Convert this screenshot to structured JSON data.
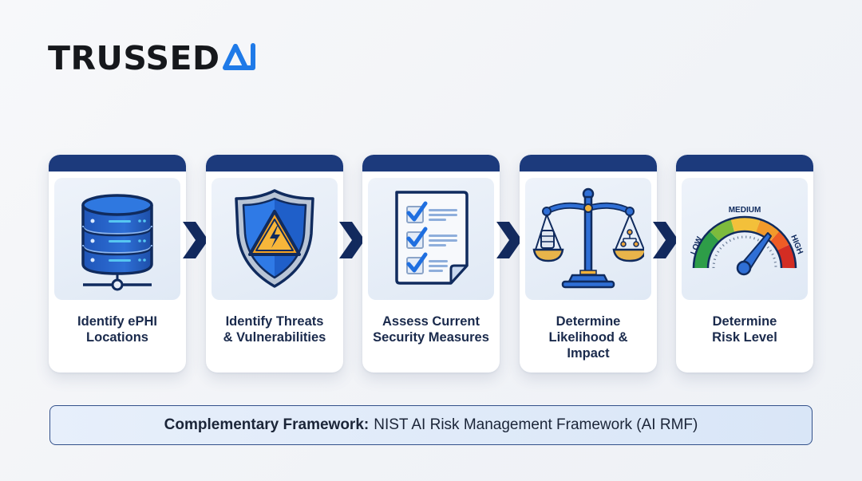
{
  "brand": {
    "name": "TRUSSED",
    "mark": "AI",
    "text_color": "#16181c",
    "mark_color": "#1f7ae8"
  },
  "theme": {
    "header_color": "#1c3a7c",
    "arrow_color": "#132a5e",
    "banner_border": "#32508a"
  },
  "steps": [
    {
      "label": "Identify ePHI\nLocations",
      "icon": "database-server-icon"
    },
    {
      "label": "Identify Threats\n& Vulnerabilities",
      "icon": "shield-warning-icon"
    },
    {
      "label": "Assess Current\nSecurity Measures",
      "icon": "checklist-document-icon"
    },
    {
      "label": "Determine\nLikelihood &\nImpact",
      "icon": "balance-scale-icon"
    },
    {
      "label": "Determine\nRisk Level",
      "icon": "risk-gauge-icon"
    }
  ],
  "gauge": {
    "low_label": "LOW",
    "medium_label": "MEDIUM",
    "high_label": "HIGH"
  },
  "banner": {
    "bold_text": "Complementary Framework:",
    "text": "NIST AI Risk Management Framework (AI RMF)"
  }
}
